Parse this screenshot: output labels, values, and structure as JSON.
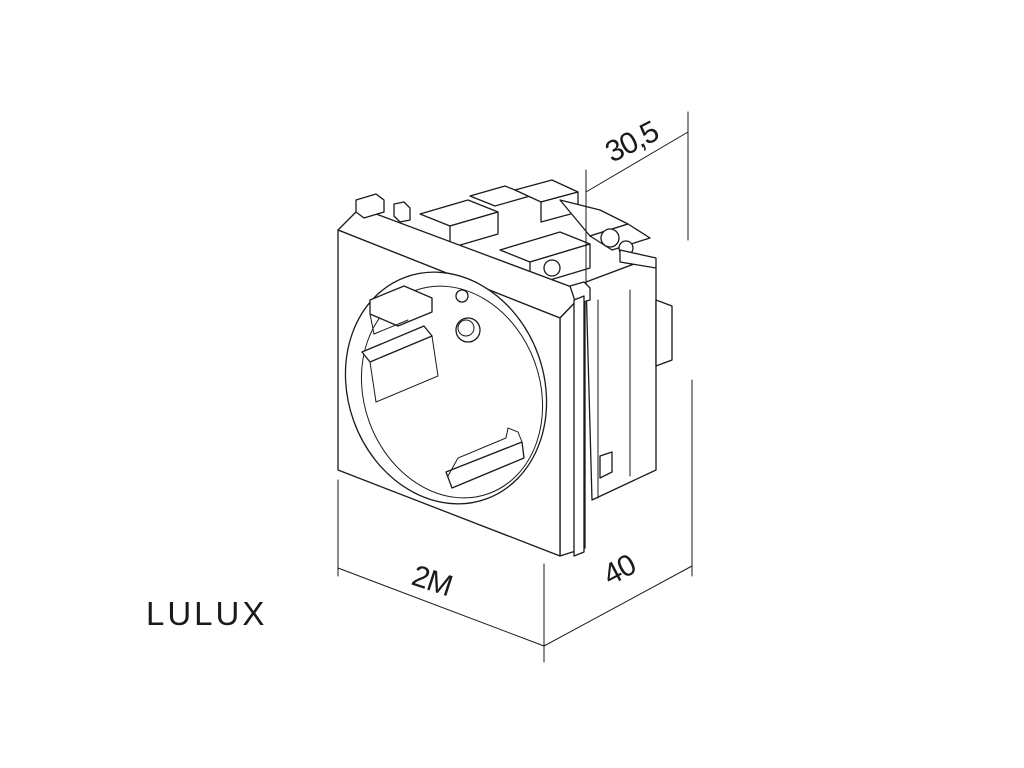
{
  "brand": {
    "name": "LULUX"
  },
  "dimensions": {
    "depth_rear": "30,5",
    "width": "2M",
    "depth": "40"
  }
}
